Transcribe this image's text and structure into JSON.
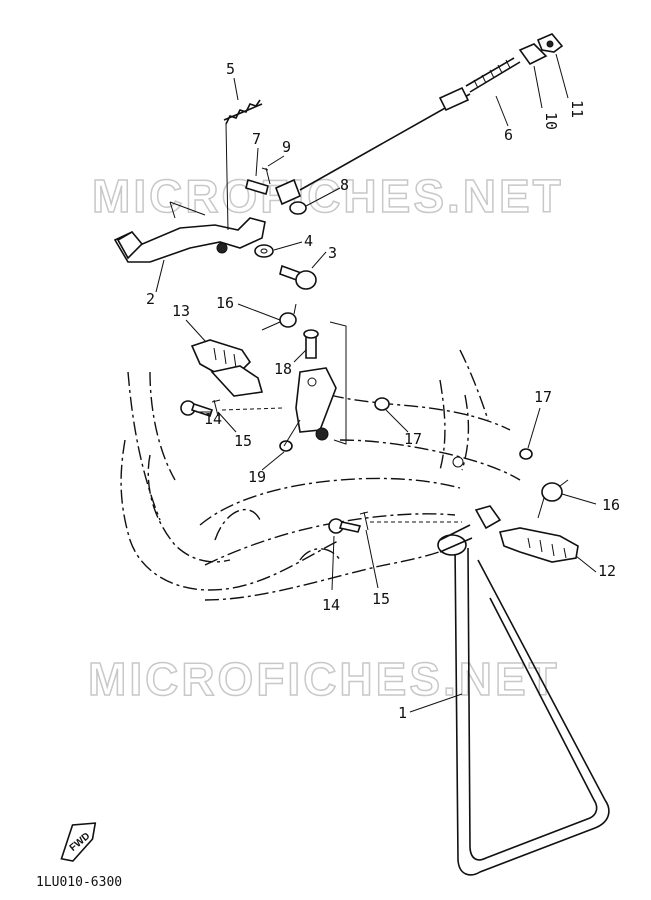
{
  "watermarks": [
    "MICROFICHES.NET",
    "MICROFICHES.NET"
  ],
  "labels": {
    "l1": "1",
    "l2": "2",
    "l3": "3",
    "l4": "4",
    "l5": "5",
    "l6": "6",
    "l7": "7",
    "l8": "8",
    "l9": "9",
    "l10": "10",
    "l11": "11",
    "l12": "12",
    "l13": "13",
    "l14a": "14",
    "l14b": "14",
    "l15a": "15",
    "l15b": "15",
    "l16a": "16",
    "l16b": "16",
    "l17a": "17",
    "l17b": "17",
    "l18": "18",
    "l19": "19"
  },
  "fwd_label": "FWD",
  "reference_code": "1LU010-6300"
}
